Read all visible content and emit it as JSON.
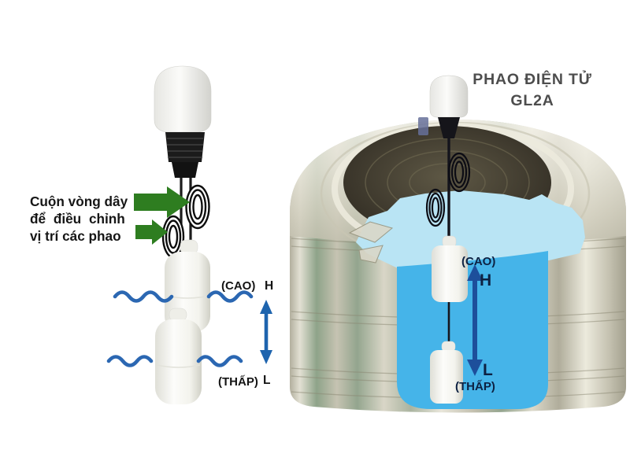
{
  "left_panel": {
    "note_line1": "Cuộn vòng dây",
    "note_line2": "để điều chỉnh",
    "note_line3": "vị trí các phao",
    "high_label": "(CAO)",
    "high_letter": "H",
    "low_label": "(THẤP)",
    "low_letter": "L"
  },
  "right_panel": {
    "title_line1": "PHAO ĐIỆN TỬ",
    "title_line2": "GL2A",
    "high_label": "(CAO)",
    "high_letter": "H",
    "low_label": "(THẤP)",
    "low_letter": "L"
  },
  "colors": {
    "green_arrow": "#2e7d20",
    "wave_blue": "#2b67b2",
    "left_range_arrow": "#1e64ae",
    "right_range_arrow": "#1d4f9b",
    "water_light": "#b9e4f4",
    "water_deep": "#45b4e9",
    "label_navy": "#0d2142",
    "label_black": "#141414",
    "title_gray": "#4d4d4d"
  }
}
